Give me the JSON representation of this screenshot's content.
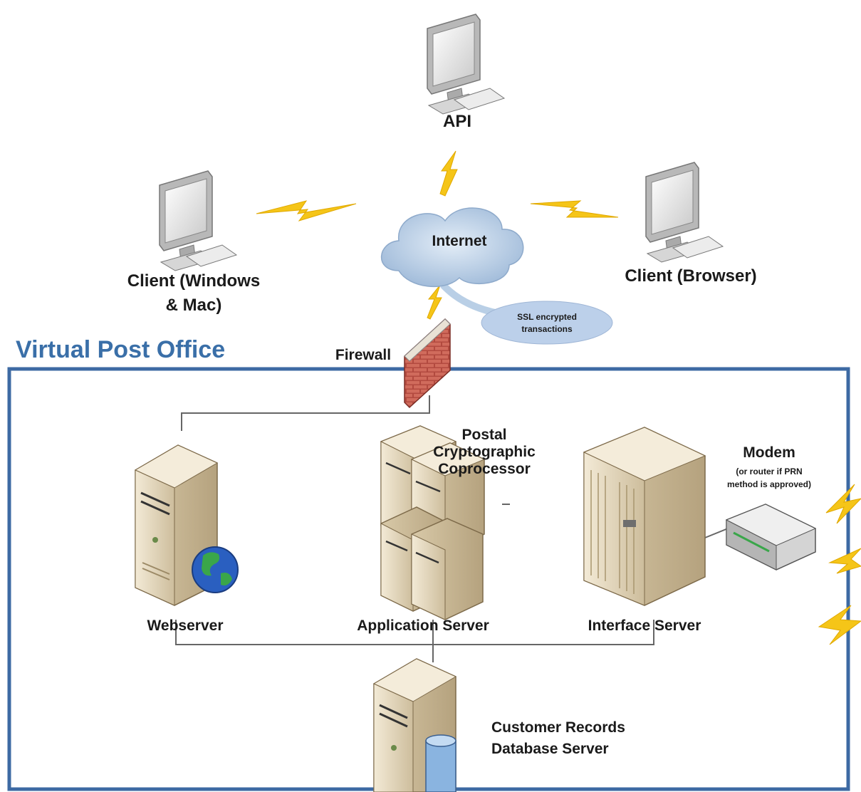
{
  "zone_title": "Virtual Post Office",
  "nodes": {
    "api": {
      "label": "API"
    },
    "internet": {
      "label": "Internet"
    },
    "client_windows": {
      "label_line1": "Client (Windows",
      "label_line2": "& Mac)"
    },
    "client_browser": {
      "label": "Client (Browser)"
    },
    "ssl_note": {
      "line1": "SSL encrypted",
      "line2": "transactions"
    },
    "firewall": {
      "label": "Firewall"
    },
    "webserver": {
      "label": "Webserver"
    },
    "application_server": {
      "label": "Application Server"
    },
    "coprocessor": {
      "line1": "Postal",
      "line2": "Cryptographic",
      "line3": "Coprocessor"
    },
    "interface_server": {
      "label": "Interface Server"
    },
    "modem": {
      "label": "Modem",
      "note_line1": "(or router if PRN",
      "note_line2": "method is approved)"
    },
    "database_server": {
      "line1": "Customer Records",
      "line2": "Database Server"
    }
  },
  "colors": {
    "zone_border": "#3d6aa3",
    "title": "#3a6fa8",
    "lightning": "#f5c518",
    "cloud": "#b9cfe6",
    "server_body": "#e8dcc4",
    "firewall_brick": "#c0544a"
  }
}
